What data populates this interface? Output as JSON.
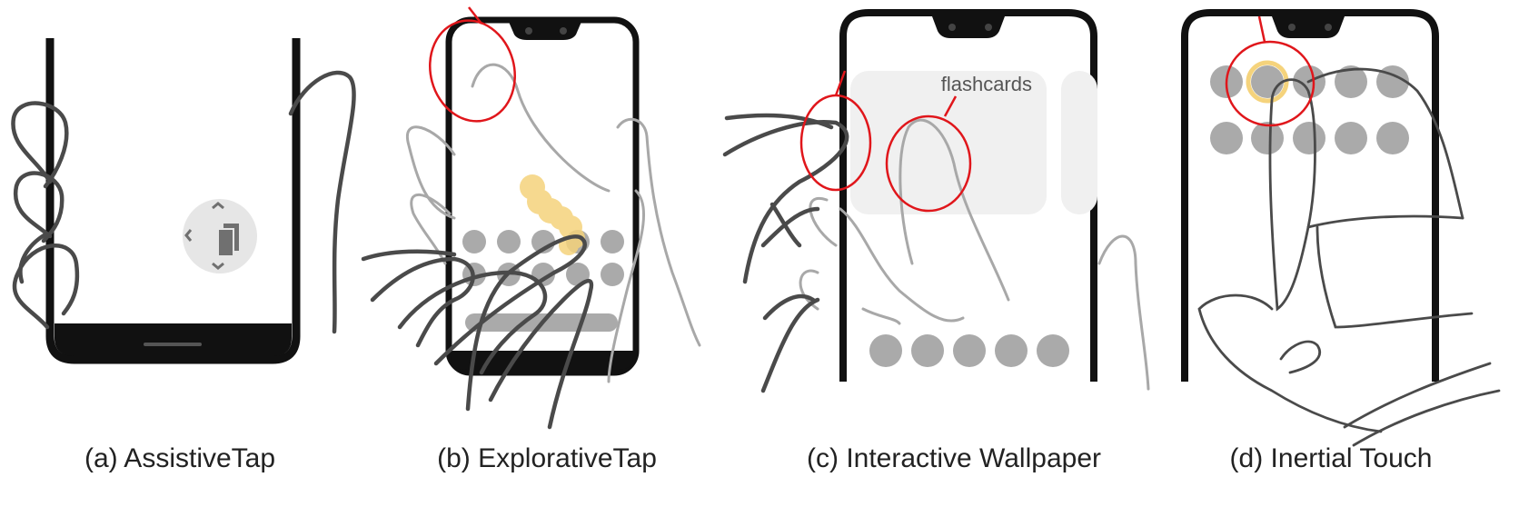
{
  "figure": {
    "panels": [
      {
        "id": "a",
        "caption": "(a) AssistiveTap"
      },
      {
        "id": "b",
        "caption": "(b) ExplorativeTap"
      },
      {
        "id": "c",
        "caption": "(c) Interactive Wallpaper",
        "card_label": "flashcards"
      },
      {
        "id": "d",
        "caption": "(d) Inertial Touch"
      }
    ],
    "colors": {
      "phone": "#111111",
      "hand": "#4a4a4a",
      "hand_light": "#a8a8a8",
      "icon": "#aaaaaa",
      "highlight": "#f5d37c",
      "circle": "#e0161b",
      "card": "#f0f0f0"
    },
    "icons": [
      "assistive-touch-icon",
      "copy-icon",
      "arrow-up-icon",
      "arrow-down-icon",
      "arrow-left-icon"
    ]
  }
}
